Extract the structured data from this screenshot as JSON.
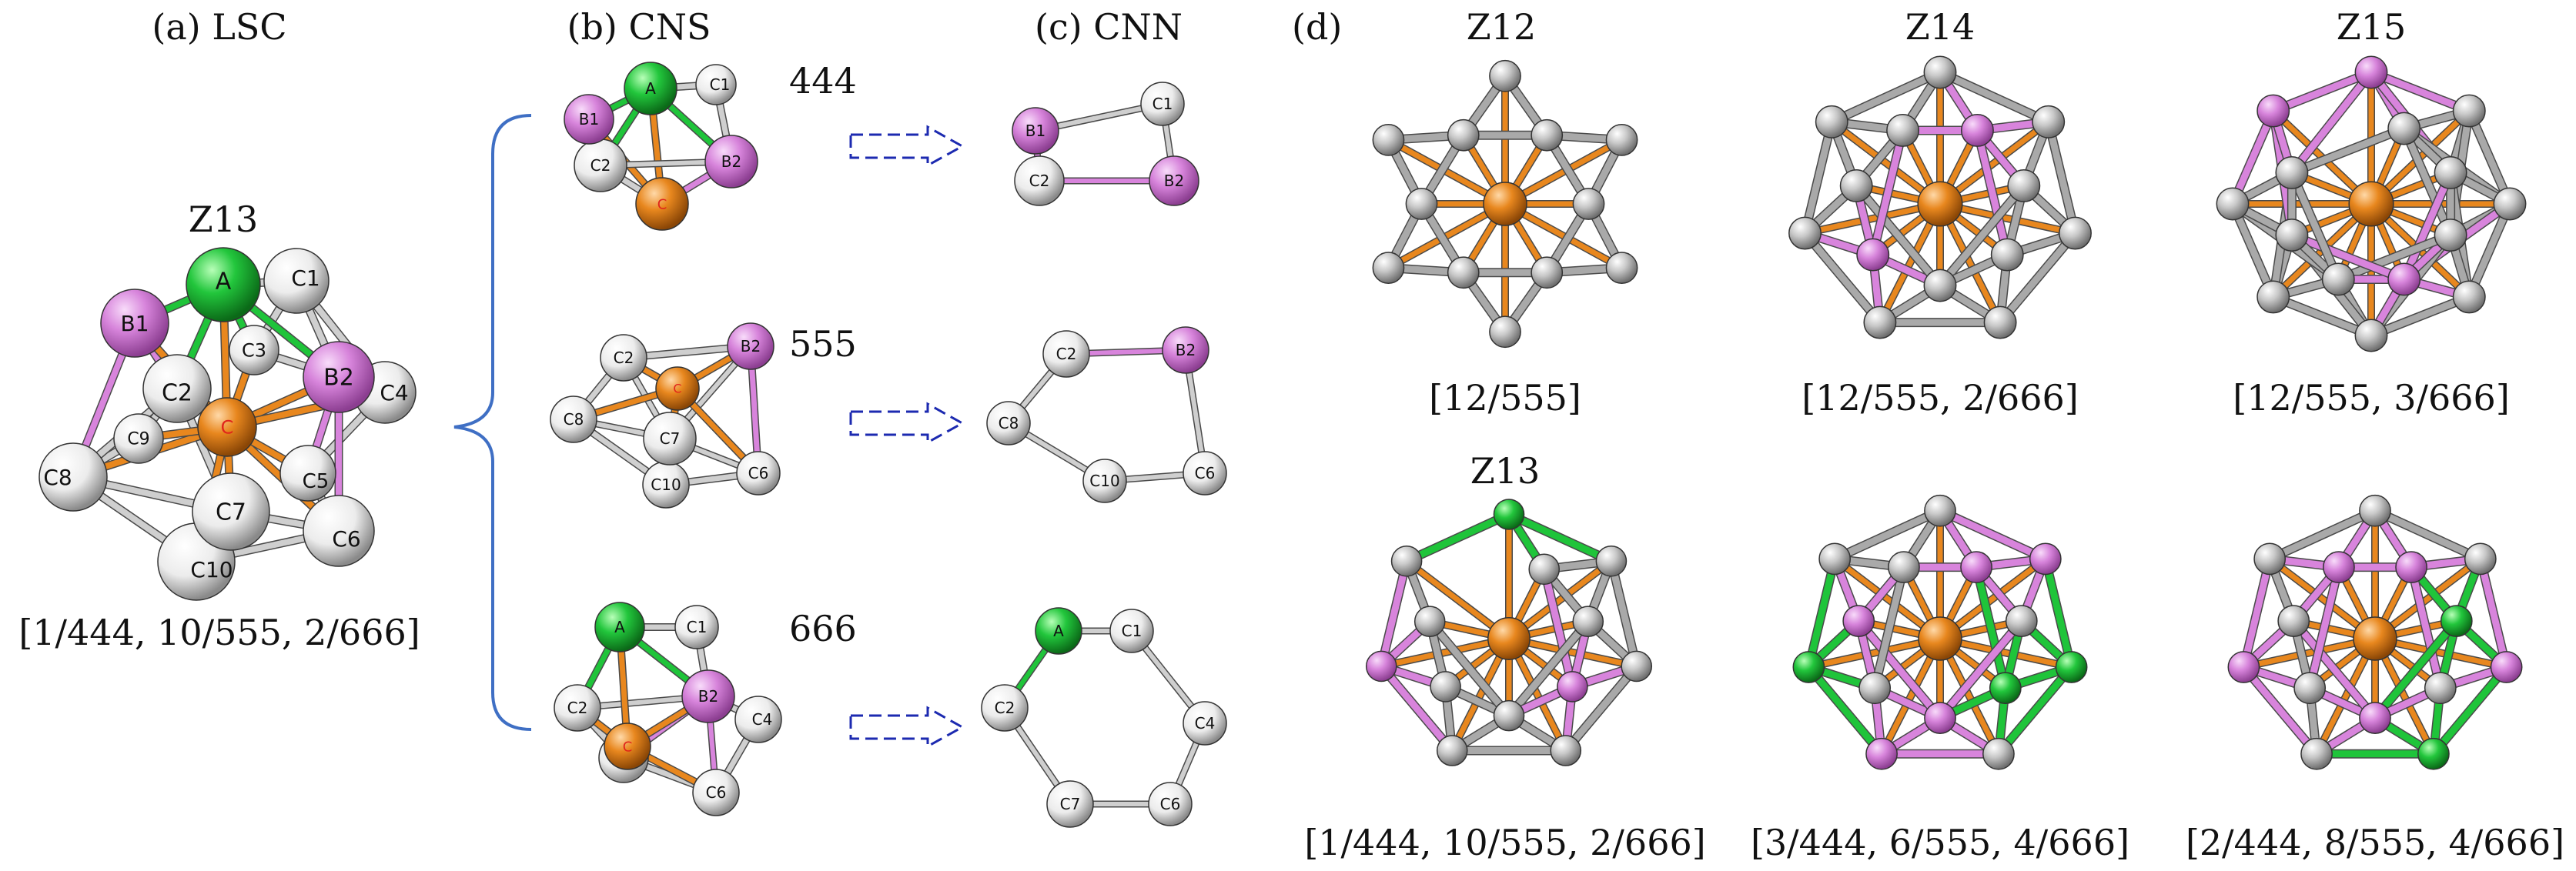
{
  "panels": {
    "a": {
      "title": "(a) LSC",
      "cluster": "Z13",
      "index": "[1/444, 10/555, 2/666]"
    },
    "b": {
      "title": "(b) CNS",
      "counts": [
        "444",
        "555",
        "666"
      ]
    },
    "c": {
      "title": "(c) CNN"
    },
    "d": {
      "title": "(d)",
      "items": [
        {
          "name": "Z12",
          "index": "[12/555]"
        },
        {
          "name": "Z14",
          "index": "[12/555, 2/666]"
        },
        {
          "name": "Z15",
          "index": "[12/555, 3/666]"
        },
        {
          "name": "Z13",
          "index": "[1/444, 10/555, 2/666]"
        },
        {
          "name": "",
          "index": "[3/444, 6/555, 4/666]"
        },
        {
          "name": "",
          "index": "[2/444, 8/555, 4/666]"
        }
      ]
    }
  },
  "atom_labels": {
    "A": "A",
    "B1": "B1",
    "B2": "B2",
    "C": "C",
    "C1": "C1",
    "C2": "C2",
    "C3": "C3",
    "C4": "C4",
    "C5": "C5",
    "C6": "C6",
    "C7": "C7",
    "C8": "C8",
    "C9": "C9",
    "C10": "C10"
  },
  "colors": {
    "central": "#e8871e",
    "gray": "#b9b9b9",
    "pink": "#d884dc",
    "green": "#1fc43a",
    "brace": "#3f6fc4",
    "arrow": "#1c2ab0"
  }
}
